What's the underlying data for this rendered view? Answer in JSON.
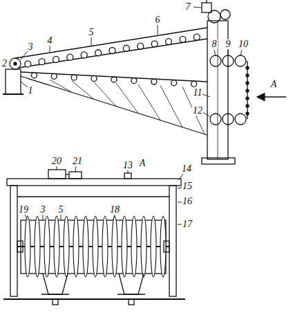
{
  "diagram": {
    "labels": [
      "1",
      "2",
      "3",
      "4",
      "5",
      "6",
      "7",
      "8",
      "9",
      "10",
      "11",
      "12",
      "13",
      "14",
      "15",
      "16",
      "17",
      "18",
      "19",
      "20",
      "21",
      "3",
      "5",
      "A",
      "A"
    ]
  }
}
